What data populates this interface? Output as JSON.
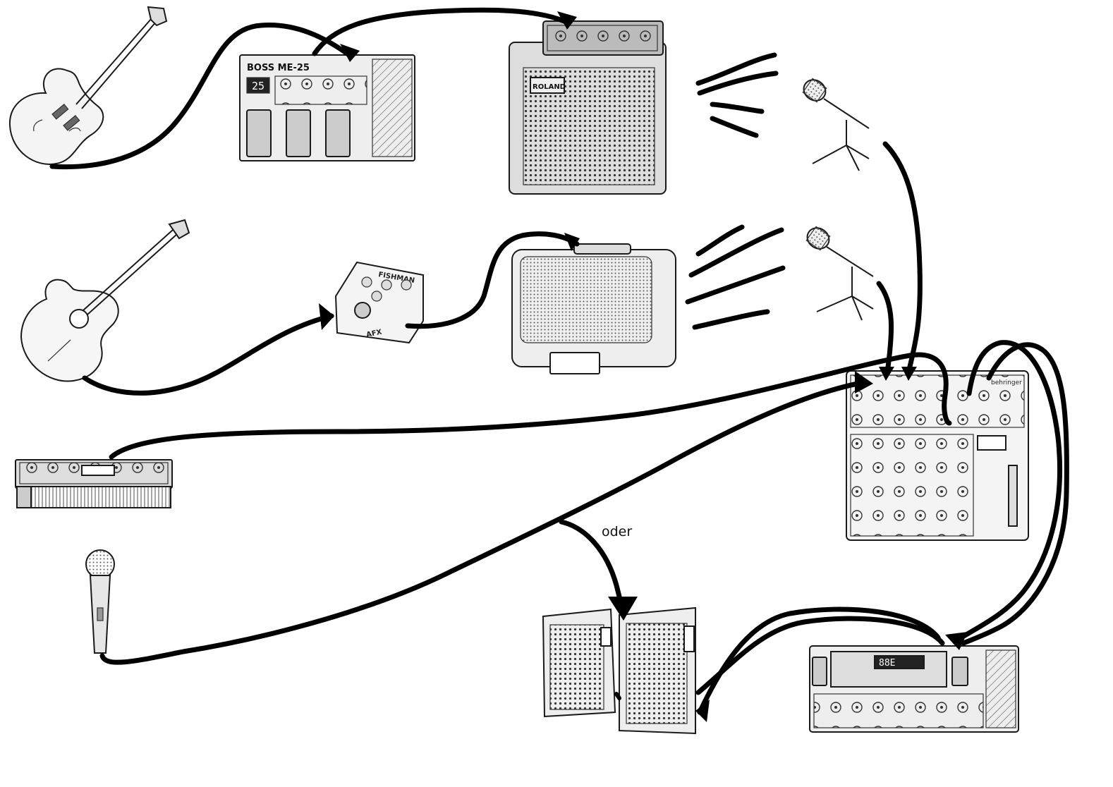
{
  "labels": {
    "multi_effect": "BOSS ME-25",
    "multi_effect_display": "25",
    "acoustic_preamp": "FISHMAN",
    "acoustic_preamp_sub": "AFX",
    "amp_brand": "ROLAND",
    "mixer_brand": "behringer",
    "looper_display": "88E",
    "alternative_note": "oder"
  }
}
